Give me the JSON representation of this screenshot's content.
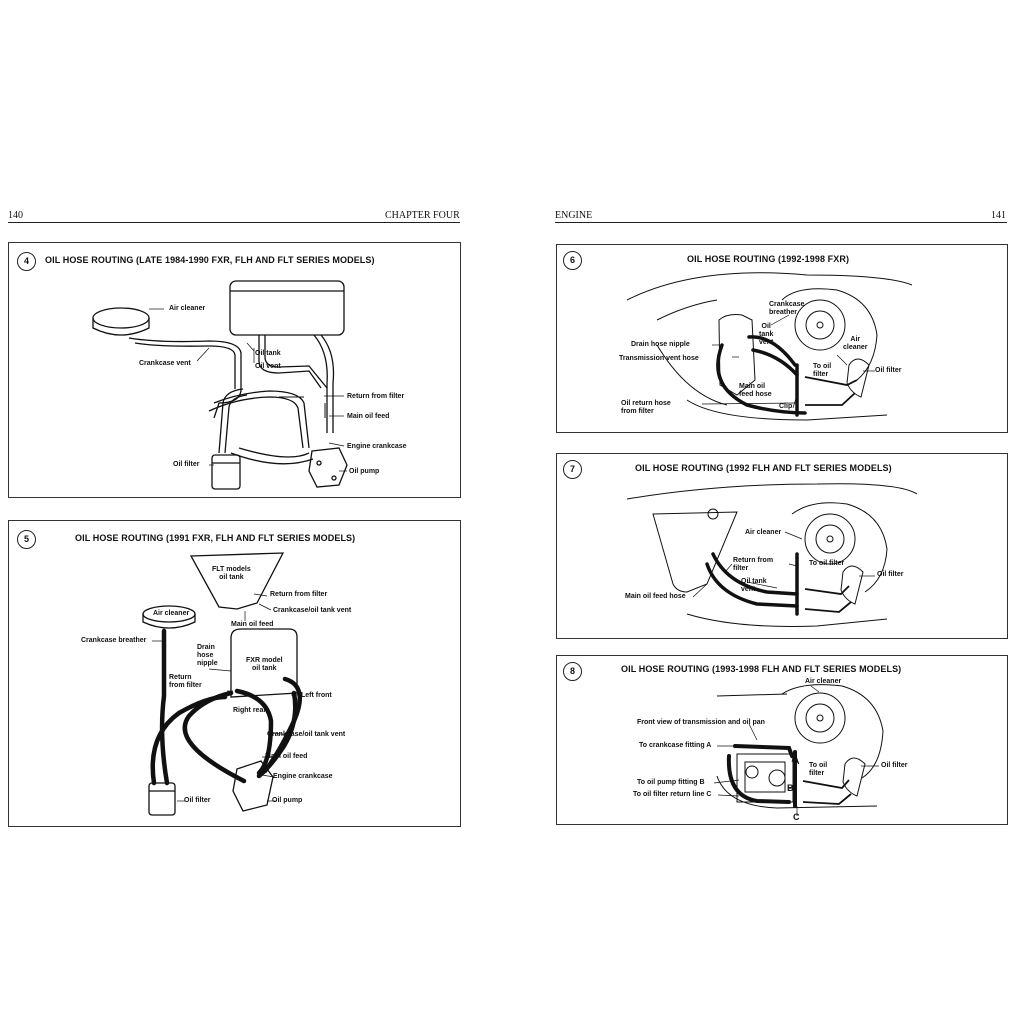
{
  "page_left": {
    "number": "140",
    "chapter": "CHAPTER FOUR"
  },
  "page_right": {
    "section": "ENGINE",
    "number": "141"
  },
  "figures": {
    "f4": {
      "num": "4",
      "title": "OIL HOSE ROUTING (LATE 1984-1990 FXR, FLH AND FLT SERIES MODELS)",
      "labels": {
        "air_cleaner": "Air cleaner",
        "crankcase_vent": "Crankcase vent",
        "oil_tank": "Oil tank",
        "oil_vent": "Oil vent",
        "return_from_filter": "Return from filter",
        "main_oil_feed": "Main oil feed",
        "engine_crankcase": "Engine crankcase",
        "oil_filter": "Oil filter",
        "oil_pump": "Oil pump"
      }
    },
    "f5": {
      "num": "5",
      "title": "OIL HOSE ROUTING (1991 FXR, FLH AND FLT SERIES MODELS)",
      "labels": {
        "flt_tank_1": "FLT models",
        "flt_tank_2": "oil tank",
        "return_from_filter": "Return from filter",
        "crankcase_oil_tank_vent_top": "Crankcase/oil tank vent",
        "air_cleaner": "Air cleaner",
        "main_oil_feed_top": "Main oil feed",
        "crankcase_breather": "Crankcase breather",
        "drain_1": "Drain",
        "drain_2": "hose",
        "drain_3": "nipple",
        "fxr_tank_1": "FXR model",
        "fxr_tank_2": "oil tank",
        "return_1": "Return",
        "return_2": "from filter",
        "left_front": "Left front",
        "right_rear": "Right rear",
        "crankcase_oil_tank_vent": "Crankcase/oil tank vent",
        "main_oil_feed": "Main oil feed",
        "engine_crankcase": "Engine crankcase",
        "oil_filter": "Oil filter",
        "oil_pump": "Oil pump"
      }
    },
    "f6": {
      "num": "6",
      "title": "OIL HOSE ROUTING (1992-1998 FXR)",
      "labels": {
        "crankcase_breather_1": "Crankcase",
        "crankcase_breather_2": "breather",
        "oil_tank_vent_1": "Oil",
        "oil_tank_vent_2": "tank",
        "oil_tank_vent_3": "vent",
        "air_cleaner_1": "Air",
        "air_cleaner_2": "cleaner",
        "drain_hose_nipple": "Drain hose nipple",
        "transmission_vent_hose": "Transmission vent hose",
        "to_oil_filter_1": "To oil",
        "to_oil_filter_2": "filter",
        "oil_filter": "Oil filter",
        "main_oil_feed_1": "Main oil",
        "main_oil_feed_2": "feed hose",
        "oil_return_1": "Oil return hose",
        "oil_return_2": "from filter",
        "clip": "Clip"
      }
    },
    "f7": {
      "num": "7",
      "title": "OIL HOSE ROUTING (1992 FLH AND FLT SERIES MODELS)",
      "labels": {
        "air_cleaner": "Air cleaner",
        "return_1": "Return from",
        "return_2": "filter",
        "to_oil_filter": "To oil filter",
        "oil_filter": "Oil filter",
        "oil_tank_vent_1": "Oil tank",
        "oil_tank_vent_2": "vent",
        "main_oil_feed_hose": "Main oil feed hose"
      }
    },
    "f8": {
      "num": "8",
      "title": "OIL HOSE ROUTING (1993-1998 FLH AND FLT SERIES MODELS)",
      "labels": {
        "air_cleaner": "Air cleaner",
        "front_view": "Front view of transmission and oil pan",
        "fitting_a": "To crankcase fitting A",
        "to_oil_filter_1": "To oil",
        "to_oil_filter_2": "filter",
        "oil_filter": "Oil filter",
        "pump_fitting_b": "To oil pump fitting B",
        "return_line_c": "To oil filter return line C",
        "a": "A",
        "b": "B",
        "c": "C"
      }
    }
  }
}
